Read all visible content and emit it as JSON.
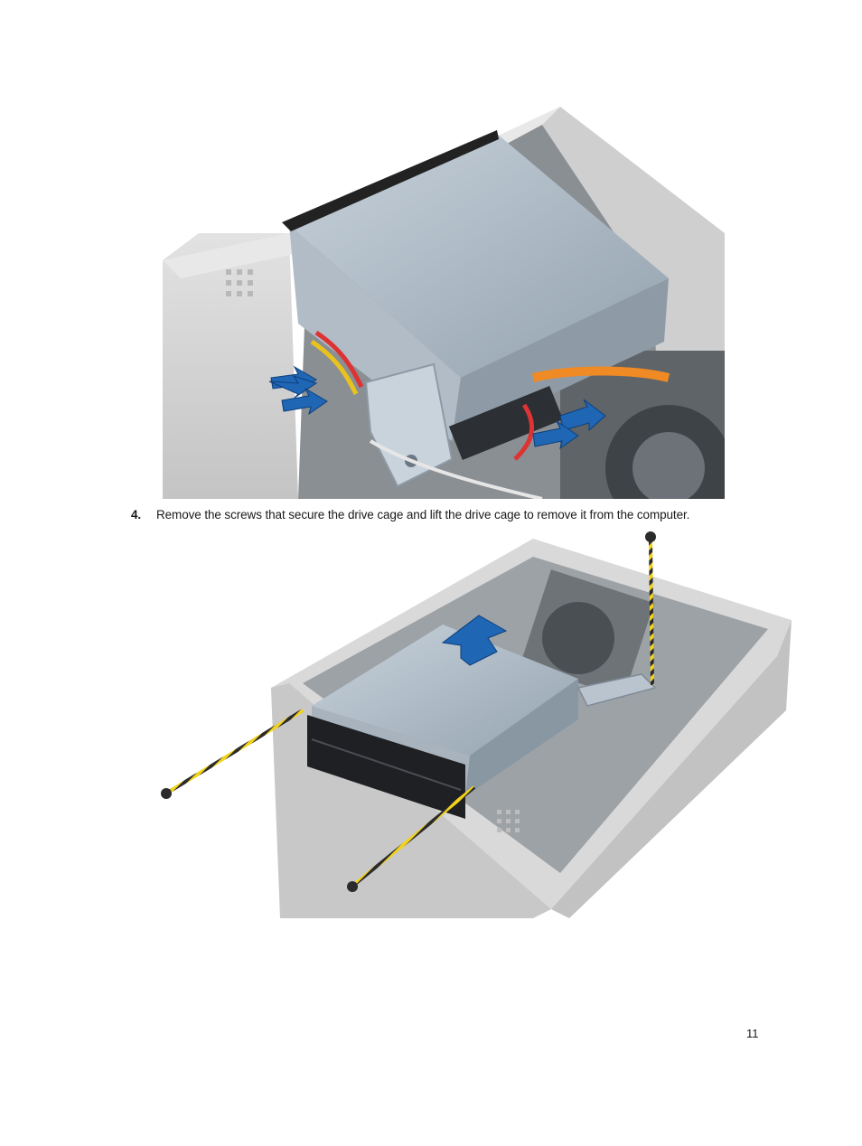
{
  "step": {
    "number": "4.",
    "text": "Remove the screws that secure the drive cage and lift the drive cage to remove it from the computer."
  },
  "footer": {
    "page_number": "11"
  },
  "colors": {
    "arrow_blue": "#1f66b5",
    "screw_stripe_yellow": "#f2d21a",
    "chassis_gray": "#d4d4d4",
    "cage_steel": "#aab6c1"
  }
}
